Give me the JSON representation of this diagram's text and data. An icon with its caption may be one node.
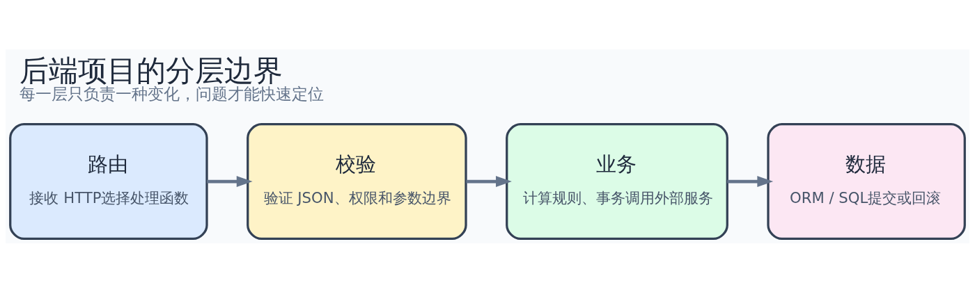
{
  "diagram": {
    "title": "后端项目的分层边界",
    "caption": "每一层只负责一种变化，问题才能快速定位",
    "nodes": [
      {
        "text": [
          "路由",
          "接收 HTTP选择处理函数"
        ]
      },
      {
        "text": [
          "校验",
          "验证 JSON、权限和参数边界"
        ]
      },
      {
        "text": [
          "业务",
          "计算规则、事务调用外部服务"
        ]
      },
      {
        "text": [
          "数据",
          "ORM / SQL提交或回滚"
        ]
      }
    ],
    "edges": [
      {
        "from": 0,
        "to": 1,
        "arrow": "to"
      },
      {
        "from": 1,
        "to": 2,
        "arrow": "to"
      },
      {
        "from": 2,
        "to": 3,
        "arrow": "to"
      }
    ]
  }
}
